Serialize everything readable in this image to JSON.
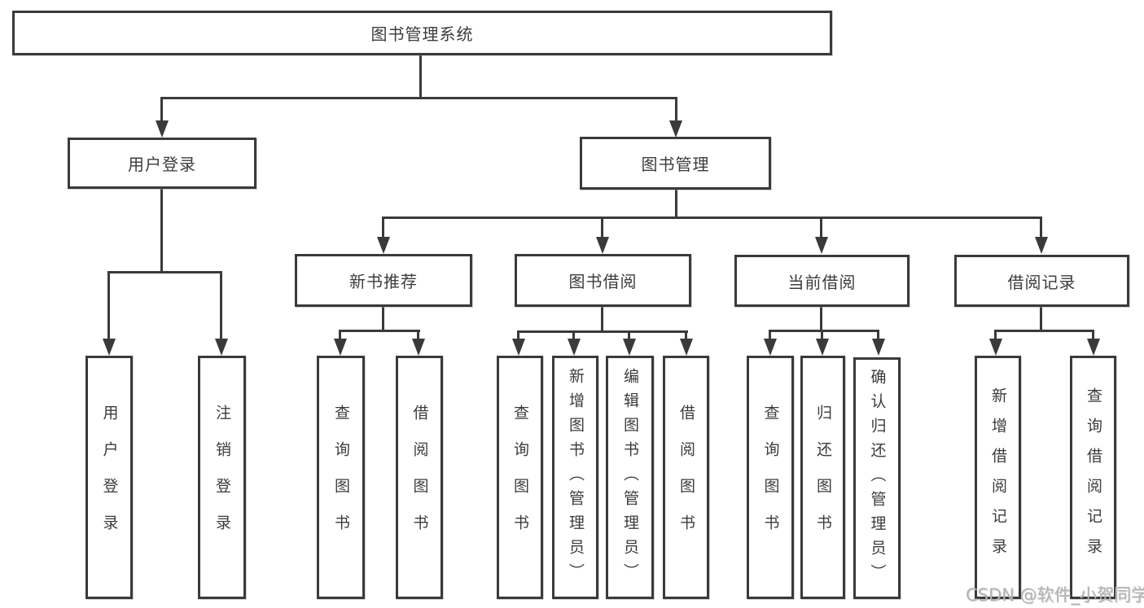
{
  "diagram_title": "图书管理系统",
  "nodes": {
    "root": "图书管理系统",
    "user_login": "用户登录",
    "book_mgmt": "图书管理",
    "new_book_rec": "新书推荐",
    "book_borrow": "图书借阅",
    "current_borrow": "当前借阅",
    "borrow_records": "借阅记录",
    "leaf_user_login": "用户登录",
    "leaf_logout": "注销登录",
    "rec_query_book": "查询图书",
    "rec_borrow_book": "借阅图书",
    "bb_query_book": "查询图书",
    "bb_add_book": "新增图书（管理员）",
    "bb_edit_book": "编辑图书（管理员）",
    "bb_borrow_book": "借阅图书",
    "cb_query_book": "查询图书",
    "cb_return_book": "归还图书",
    "cb_confirm_return": "确认归还（管理员）",
    "br_add_record": "新增借阅记录",
    "br_query_record": "查询借阅记录"
  },
  "colors": {
    "line": "#3a3a3a",
    "box_fill": "#ffffff",
    "text": "#3c3c3c",
    "watermark": "#b5b5b5"
  },
  "watermark": "CSDN @软件_小贺同学"
}
